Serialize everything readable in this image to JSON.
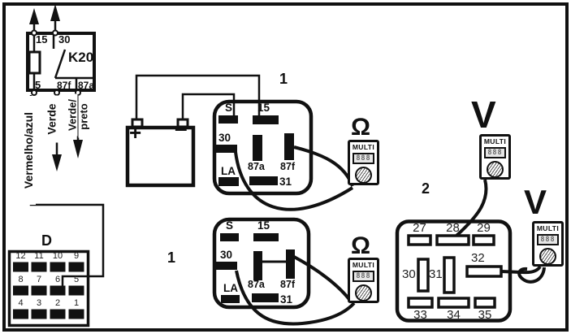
{
  "relay_k20": {
    "name": "K20",
    "terminal_15": "15",
    "terminal_30": "30",
    "terminal_5": "5",
    "terminal_87f": "87f",
    "terminal_87a": "87a",
    "wire_red_blue": "Vermelho/azul",
    "wire_green": "Verde",
    "wire_green_black_line1": "Verde/",
    "wire_green_black_line2": "preto"
  },
  "connector_d": {
    "label": "D",
    "rows": [
      [
        "12",
        "11",
        "10",
        "9"
      ],
      [
        "8",
        "7",
        "6",
        "5"
      ],
      [
        "4",
        "3",
        "2",
        "1"
      ]
    ]
  },
  "battery": {
    "positive": "+",
    "negative": "–"
  },
  "relay_socket_1": {
    "label": "1",
    "pins": {
      "s": "S",
      "t15": "15",
      "t30": "30",
      "t87a": "87a",
      "t87f": "87f",
      "la": "LA",
      "t31": "31"
    }
  },
  "relay_socket_2": {
    "label": "1",
    "pins": {
      "s": "S",
      "t15": "15",
      "t30": "30",
      "t87a": "87a",
      "t87f": "87f",
      "la": "LA",
      "t31": "31"
    }
  },
  "connector_2": {
    "label": "2",
    "pins_top": [
      "27",
      "28",
      "29"
    ],
    "pins_mid": [
      "30",
      "31",
      "32"
    ],
    "pins_bottom": [
      "33",
      "34",
      "35"
    ]
  },
  "meters": {
    "ohm1": {
      "symbol": "Ω",
      "brand": "MULTI",
      "display": "888"
    },
    "ohm2": {
      "symbol": "Ω",
      "brand": "MULTI",
      "display": "888"
    },
    "volt1": {
      "symbol": "V",
      "brand": "MULTI",
      "display": "888"
    },
    "volt2": {
      "symbol": "V",
      "brand": "MULTI",
      "display": "888"
    }
  },
  "colors": {
    "ink": "#111111",
    "background": "#ffffff"
  }
}
